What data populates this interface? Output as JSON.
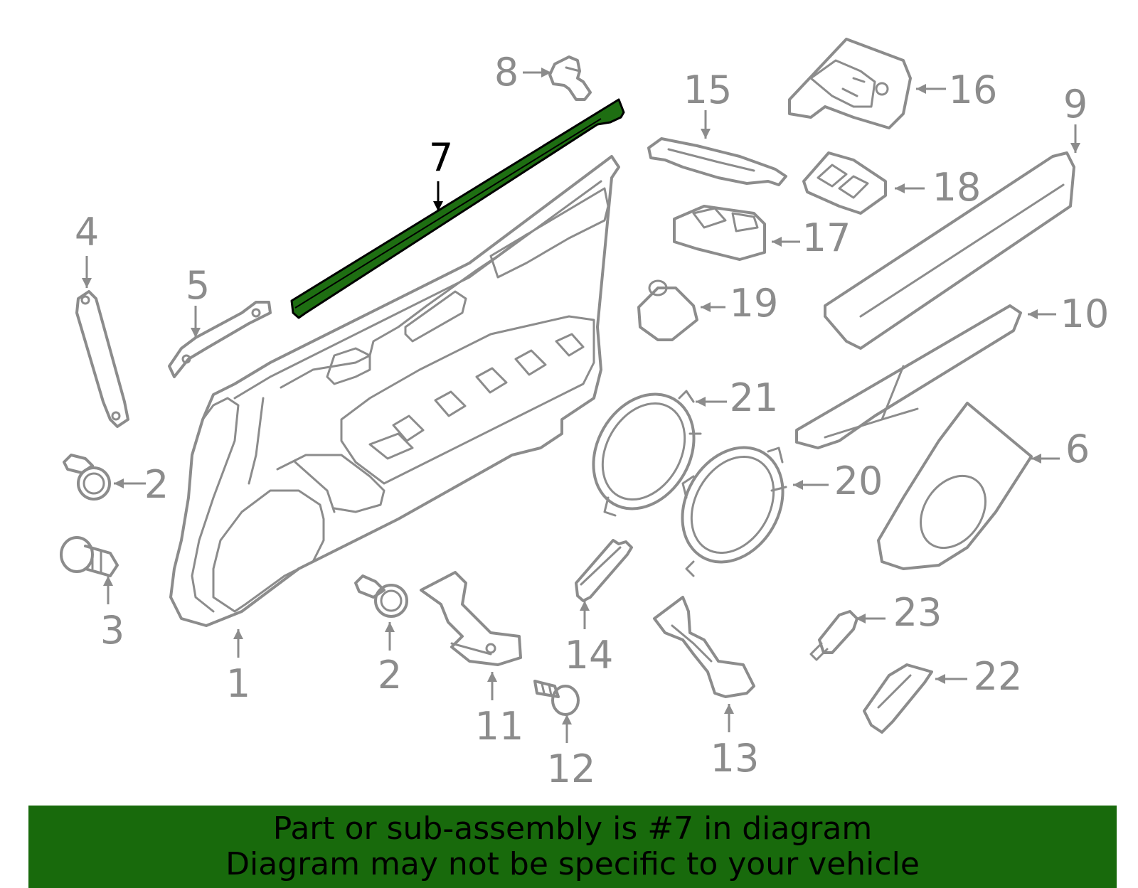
{
  "diagram": {
    "highlighted_part": "7",
    "callouts": [
      "1",
      "2",
      "2",
      "3",
      "4",
      "5",
      "6",
      "7",
      "8",
      "9",
      "10",
      "11",
      "12",
      "13",
      "14",
      "15",
      "16",
      "17",
      "18",
      "19",
      "20",
      "21",
      "22",
      "23"
    ],
    "colors": {
      "highlight": "#1e6e12",
      "banner": "#186a0c",
      "line": "#8c8c8c"
    }
  },
  "banner": {
    "line1": "Part or sub-assembly is #7 in diagram",
    "line2": "Diagram may not be specific to your vehicle"
  }
}
